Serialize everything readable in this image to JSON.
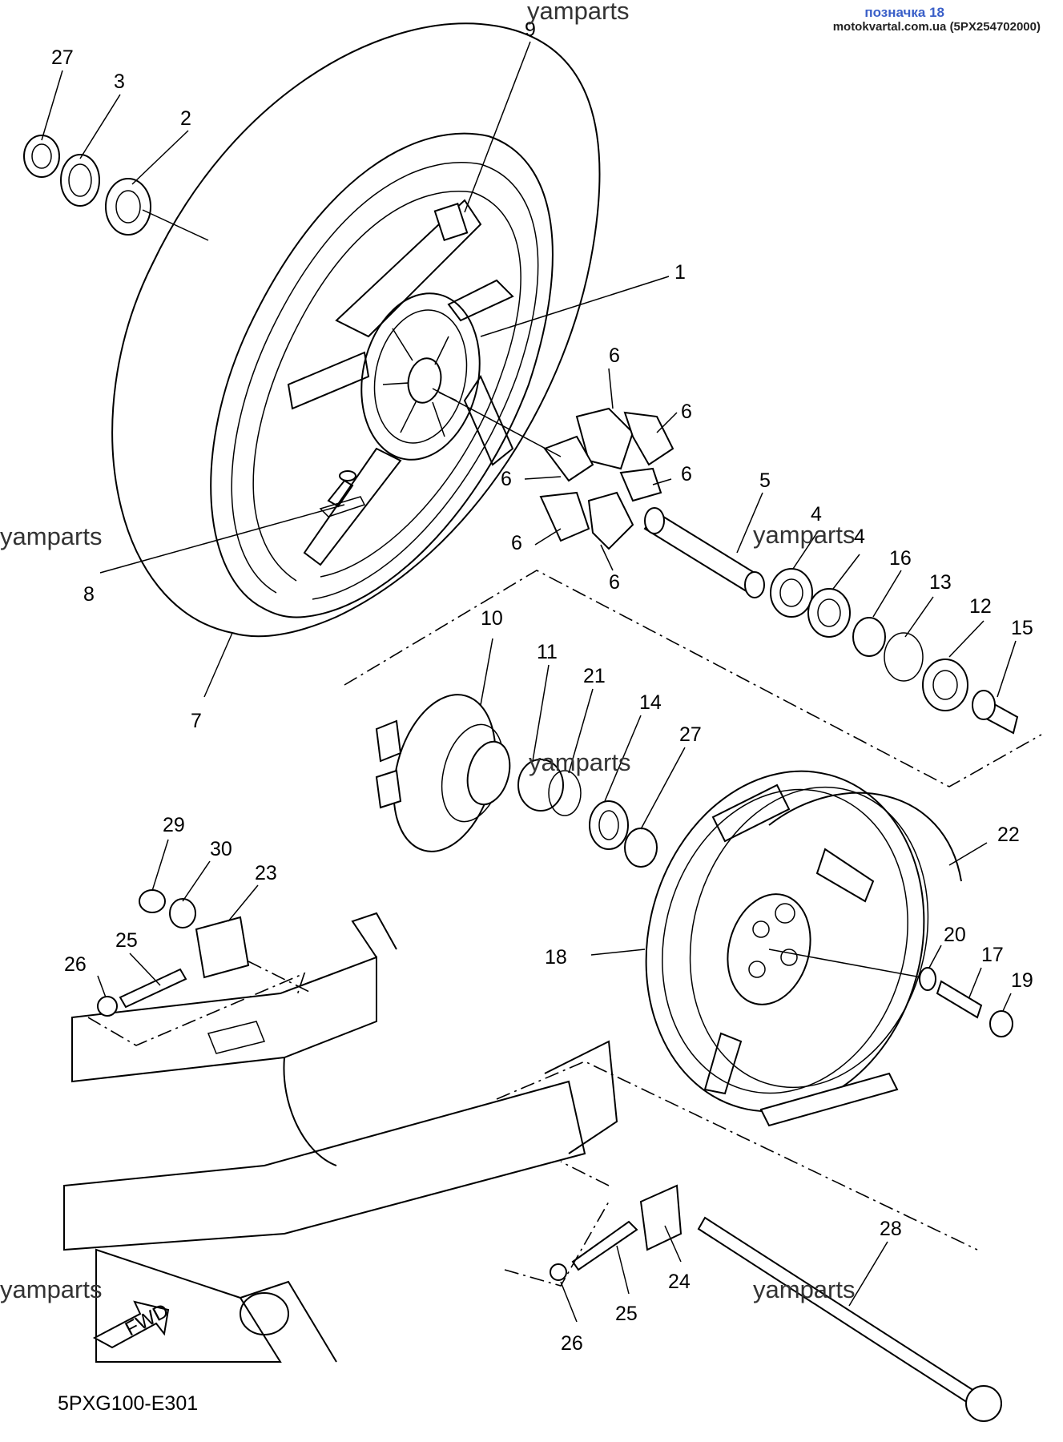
{
  "header": {
    "title": "позначка 18",
    "subtitle": "motokvartal.com.ua (5PX254702000)"
  },
  "watermarks": [
    "yamparts",
    "yamparts",
    "yamparts",
    "yamparts",
    "yamparts",
    "yamparts"
  ],
  "drawing_code": "5PXG100-E301",
  "fwd_label": "FWD",
  "callouts": [
    "27",
    "3",
    "2",
    "9",
    "1",
    "6",
    "6",
    "6",
    "6",
    "6",
    "6",
    "5",
    "4",
    "4",
    "16",
    "13",
    "12",
    "15",
    "8",
    "7",
    "10",
    "11",
    "21",
    "14",
    "27",
    "22",
    "29",
    "30",
    "23",
    "25",
    "26",
    "18",
    "20",
    "17",
    "19",
    "28",
    "24",
    "25",
    "26"
  ]
}
